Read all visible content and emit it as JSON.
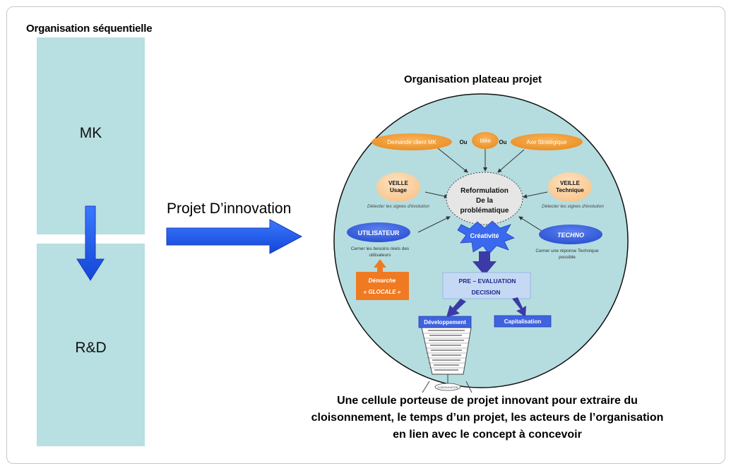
{
  "sequential": {
    "title": "Organisation séquentielle",
    "box_top": "MK",
    "box_bottom": "R&D"
  },
  "innovation_arrow": {
    "label": "Projet D’innovation"
  },
  "plateau": {
    "title": "Organisation plateau projet",
    "inputs": {
      "demande": "Demande client MK",
      "ou1": "Ou",
      "idee": "Idée",
      "ou2": "Ou",
      "axe": "Axe Stratégique"
    },
    "veille_usage": {
      "line1": "VEILLE",
      "line2": "Usage",
      "note": "Détecter les signes d'évolution"
    },
    "veille_tech": {
      "line1": "VEILLE",
      "line2": "Technique",
      "note": "Détecter les signes d'évolution"
    },
    "reformulation": {
      "line1": "Reformulation",
      "line2": "De la",
      "line3": "problématique"
    },
    "utilisateur": {
      "label": "UTILISATEUR",
      "note1": "Cerner les besoins réels des",
      "note2": "utilisateurs"
    },
    "techno": {
      "label": "TECHNO",
      "note1": "Cerner une réponse Technique",
      "note2": "possible"
    },
    "creativite": "Créativité",
    "demarche": {
      "line1": "Démarche",
      "line2": "« GLOCALE »"
    },
    "pre_evaluation": {
      "line1": "PRE – EVALUATION",
      "line2": "DECISION"
    },
    "developpement": "Développement",
    "capitalisation": "Capitalisation",
    "funnel_end": "CONSOLIDATION"
  },
  "caption": {
    "line1": "Une cellule porteuse de projet innovant pour extraire du",
    "line2": "cloisonnement, le temps d’un projet, les acteurs de l’organisation",
    "line3": "en lien avec le concept à concevoir"
  },
  "colors": {
    "box": "#b8dfe1",
    "circle": "#b5dde0",
    "orange": "#f5a23a",
    "light_orange": "#fcd3a5",
    "blue": "#3f63e0",
    "arrow_blue": "#1f5ee8",
    "demarche": "#f07a22"
  }
}
